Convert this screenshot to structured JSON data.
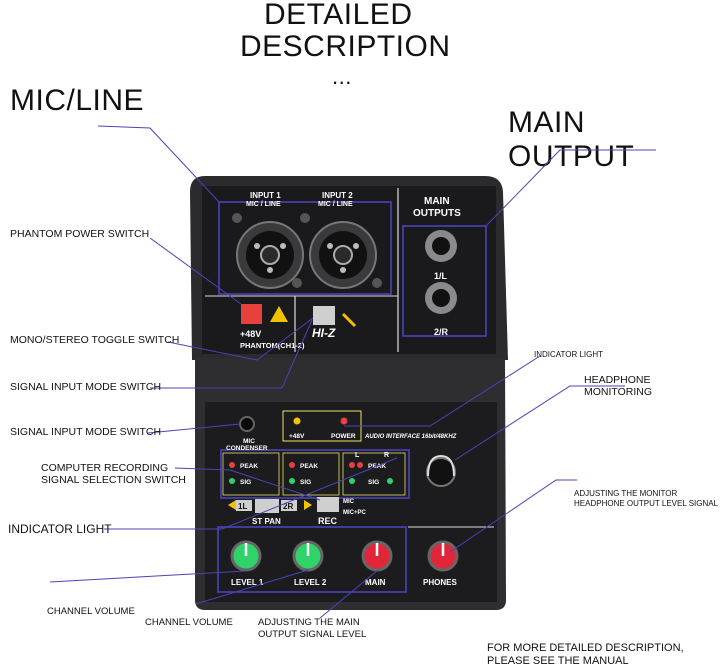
{
  "header": {
    "line1": "DETAILED",
    "line2": "DESCRIPTION",
    "line3": "..."
  },
  "callouts": {
    "mic_line": "MIC/LINE",
    "main_output": "MAIN OUTPUT",
    "phantom_switch": "PHANTOM POWER SWITCH",
    "mono_stereo": "MONO/STEREO TOGGLE SWITCH",
    "signal_mode_1": "SIGNAL INPUT MODE SWITCH",
    "signal_mode_2": "SIGNAL INPUT MODE SWITCH",
    "computer_rec_1": "COMPUTER RECORDING",
    "computer_rec_2": "SIGNAL SELECTION SWITCH",
    "indicator_left": "INDICATOR LIGHT",
    "indicator_top": "INDICATOR LIGHT",
    "headphone_mon": "HEADPHONE MONITORING",
    "monitor_adj_1": "ADJUSTING THE MONITOR",
    "monitor_adj_2": "HEADPHONE OUTPUT LEVEL SIGNAL",
    "channel_vol_1": "CHANNEL VOLUME",
    "channel_vol_2": "CHANNEL VOLUME",
    "main_adj_1": "ADJUSTING THE MAIN",
    "main_adj_2": "OUTPUT SIGNAL LEVEL"
  },
  "footer": {
    "line1": "FOR MORE DETAILED DESCRIPTION,",
    "line2": "PLEASE SEE THE MANUAL"
  },
  "device": {
    "input1_a": "INPUT 1",
    "input1_b": "MIC / LINE",
    "input2_a": "INPUT 2",
    "input2_b": "MIC / LINE",
    "main_outputs_a": "MAIN",
    "main_outputs_b": "OUTPUTS",
    "out_1l": "1/L",
    "out_2r": "2/R",
    "plus48v": "+48V",
    "phantom": "PHANTOM(CH1-2)",
    "hiz": "HI-Z",
    "mic_condenser_a": "MIC",
    "mic_condenser_b": "CONDENSER",
    "led_48v": "+48V",
    "led_power": "POWER",
    "interface_text": "AUDIO INTERFACE 16bit/48KHZ",
    "peak": "PEAK",
    "sig": "SIG",
    "l_tag": "L",
    "r_tag": "R",
    "pan_1l": "1L",
    "pan_2r": "2R",
    "st_pan": "ST PAN",
    "rec": "REC",
    "rec_mic": "MIC",
    "rec_micpc": "MIC+PC",
    "knob_level1": "LEVEL 1",
    "knob_level2": "LEVEL 2",
    "knob_main": "MAIN",
    "knob_phones": "PHONES"
  },
  "colors": {
    "device_body": "#2b2b2d",
    "panel": "#1a1a1c",
    "accent_line": "#4a44b8",
    "knob_green": "#2fd36a",
    "knob_red": "#e2263a",
    "button_red": "#e8403c"
  }
}
